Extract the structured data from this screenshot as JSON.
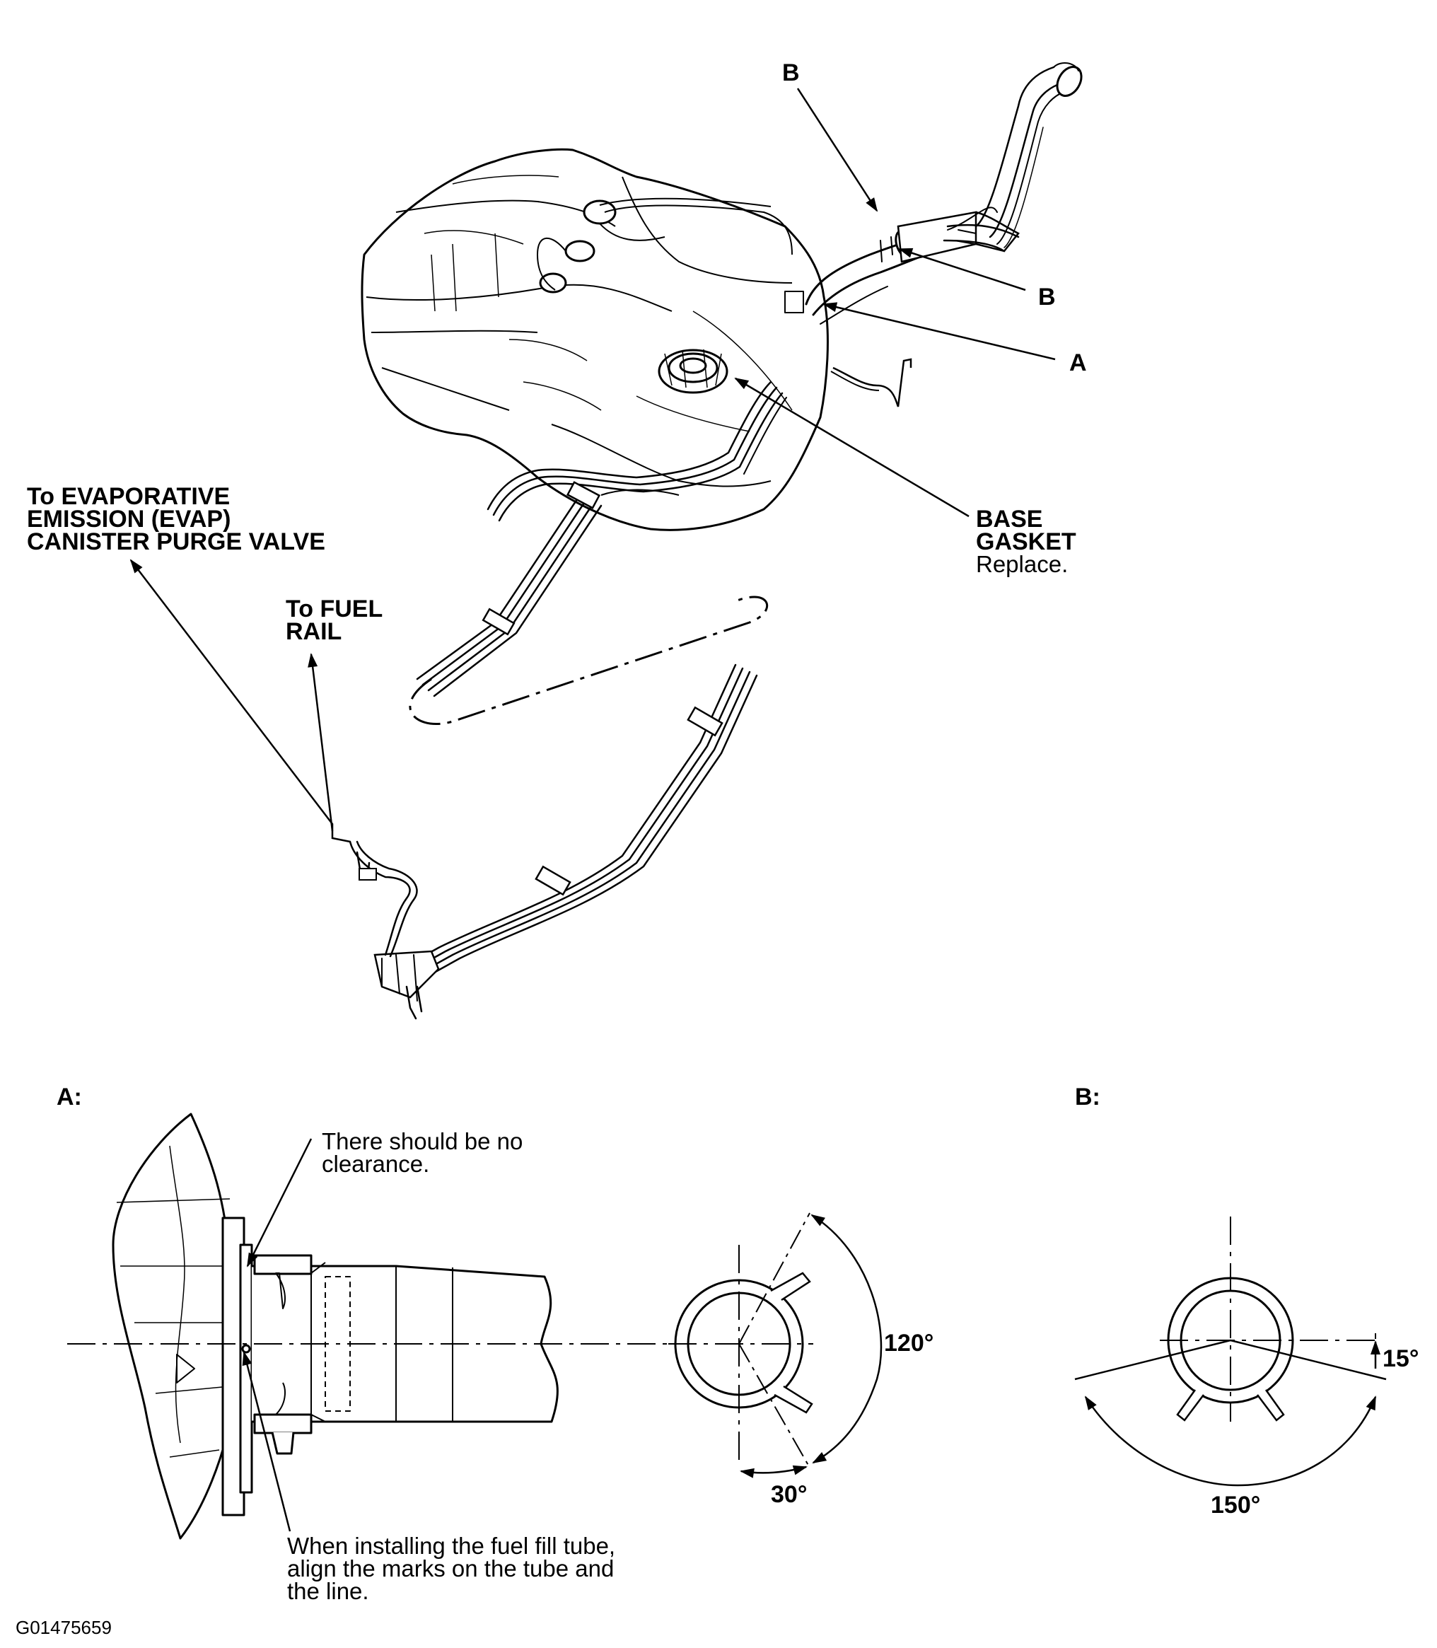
{
  "callouts": {
    "b_top": "B",
    "b_right": "B",
    "a_right": "A",
    "base_gasket": [
      "BASE",
      "GASKET"
    ],
    "base_gasket_note": "Replace.",
    "evap": [
      "To EVAPORATIVE",
      "EMISSION (EVAP)",
      "CANISTER PURGE VALVE"
    ],
    "fuel_rail": [
      "To FUEL",
      "RAIL"
    ]
  },
  "detail_a": {
    "heading": "A:",
    "no_clearance": [
      "There should be no",
      "clearance."
    ],
    "align_note": [
      "When installing the fuel fill tube,",
      "align the marks on the tube and",
      "the line."
    ],
    "angle_120": "120°",
    "angle_30": "30°"
  },
  "detail_b": {
    "heading": "B:",
    "angle_15": "15°",
    "angle_150": "150°"
  },
  "figure_id": "G01475659"
}
